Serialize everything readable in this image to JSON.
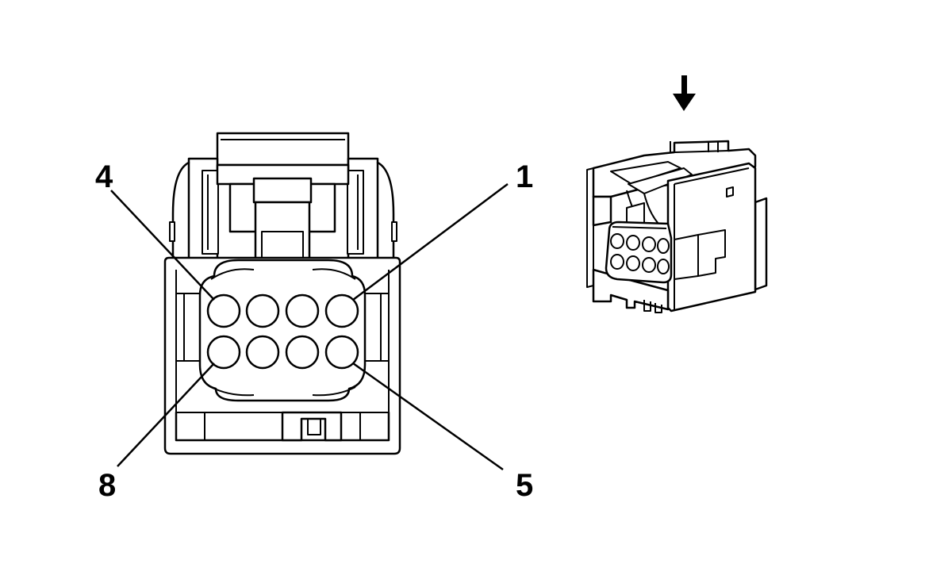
{
  "diagram": {
    "pin_labels": {
      "top_left": "4",
      "top_right": "1",
      "bottom_left": "8",
      "bottom_right": "5"
    },
    "cavity_rows": 2,
    "cavities_per_row": 4,
    "colors": {
      "line": "#000000",
      "background": "#ffffff"
    }
  }
}
